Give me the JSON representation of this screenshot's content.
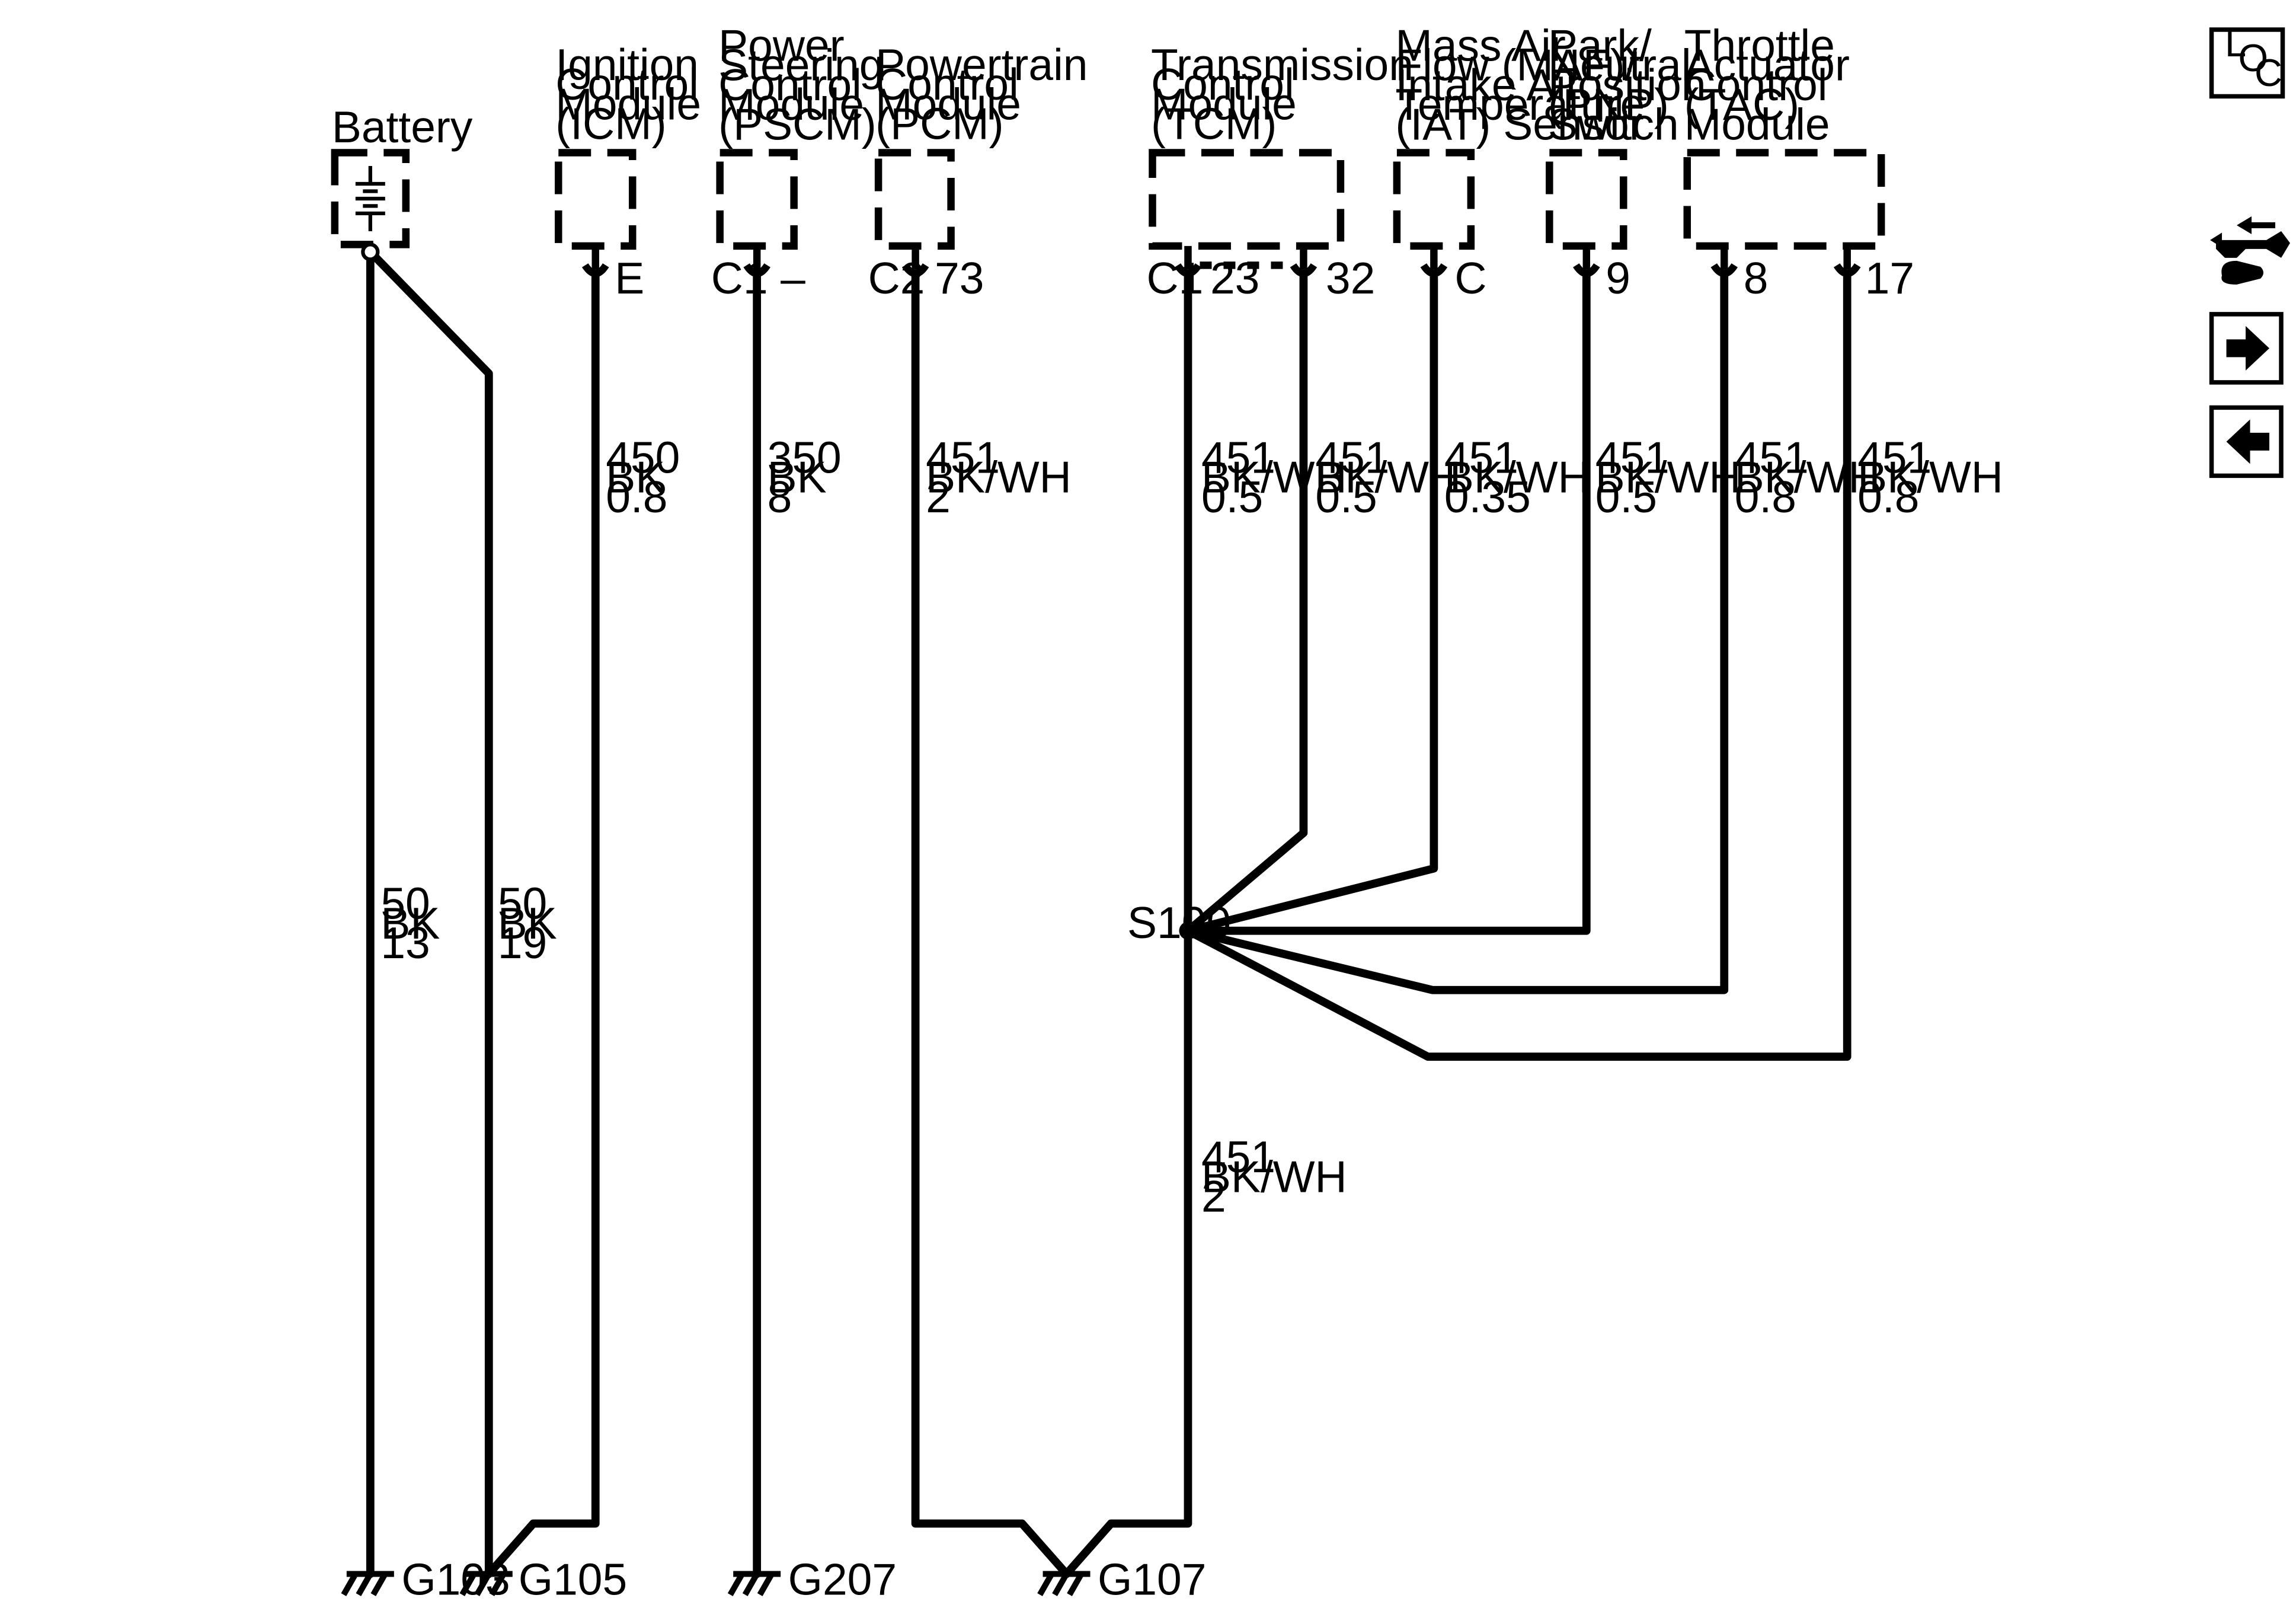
{
  "components": {
    "battery": {
      "label": [
        "Battery"
      ]
    },
    "icm": {
      "label": [
        "Ignition",
        "Control",
        "Module",
        "(ICM)"
      ],
      "pin": "E"
    },
    "pscm": {
      "label": [
        "Power",
        "Steering",
        "Control",
        "Module",
        "(PSCM)"
      ],
      "connector": "C1",
      "pin": "–"
    },
    "pcm": {
      "label": [
        "Powertrain",
        "Control",
        "Module",
        "(PCM)"
      ],
      "connector": "C2",
      "pin": "73"
    },
    "tcm": {
      "label": [
        "Transmission",
        "Control",
        "Module",
        "(TCM)"
      ],
      "connector": "C1",
      "pins": [
        "23",
        "32"
      ]
    },
    "maf": {
      "label": [
        "Mass Air",
        "Flow (MAF)/",
        "Intake Air",
        "Temperature",
        "(IAT) Sensor"
      ],
      "pin": "C"
    },
    "pnp": {
      "label": [
        "Park/",
        "Neutral",
        "Position",
        "(PNP)",
        "Switch"
      ],
      "pin": "9"
    },
    "tac": {
      "label": [
        "Throttle",
        "Actuator",
        "Control",
        "(TAC)",
        "Module"
      ],
      "pins": [
        "8",
        "17"
      ]
    }
  },
  "wires": {
    "battery_left": [
      "50",
      "BK",
      "13"
    ],
    "battery_right": [
      "50",
      "BK",
      "19"
    ],
    "icm": [
      "450",
      "BK",
      "0.8"
    ],
    "pscm": [
      "350",
      "BK",
      "8"
    ],
    "pcm": [
      "451",
      "BK/WH",
      "2"
    ],
    "tcm_23": [
      "451",
      "BK/WH",
      "0.5"
    ],
    "tcm_32": [
      "451",
      "BK/WH",
      "0.5"
    ],
    "maf": [
      "451",
      "BK/WH",
      "0.35"
    ],
    "pnp": [
      "451",
      "BK/WH",
      "0.5"
    ],
    "tac_8": [
      "451",
      "BK/WH",
      "0.8"
    ],
    "tac_17": [
      "451",
      "BK/WH",
      "0.8"
    ],
    "splice_ground": [
      "451",
      "BK/WH",
      "2"
    ]
  },
  "splice": "S100",
  "grounds": [
    "G103",
    "G105",
    "G207",
    "G107"
  ],
  "sidebar": {
    "loc": [
      "L",
      "O",
      "C"
    ],
    "icons": [
      "connector-diagram-icon",
      "next-arrow-icon",
      "previous-arrow-icon"
    ]
  }
}
